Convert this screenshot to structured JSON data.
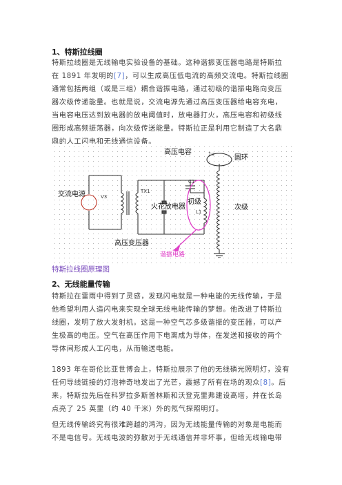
{
  "section1": {
    "title": "1、特斯拉线圈",
    "para": [
      "特斯拉线圈是无线输电实验设备的基础。这种谐振变压器电路是特斯拉",
      "在 1891 年发明的",
      "[7]",
      "，可以生成高压低电流的高频交流电。特斯拉线圈",
      "通常包括两组（或是三组）耦合谐振电路，通过初级的谐振电路向变压",
      "器次级传递能量。也就是说，交流电源先通过高压变压器给电容充电，",
      "当电容电压达到放电器的放电阈值时，放电器打火，高压电容和初级线",
      "圈形成高频振荡器，向次级传送能量。特斯拉正是利用它制造了大名鼎",
      "鼎的人工闪电和无线通信设备。"
    ]
  },
  "figure": {
    "labels": {
      "ac_source": "交流电源",
      "v3": "V3",
      "tx1": "TX1",
      "hv_capacitor": "高压电容",
      "c1": "C1",
      "primary": "初级",
      "l1": "L1",
      "lu": "1u",
      "ring": "圆环",
      "secondary": "次级",
      "spark_gap": "火花放电器",
      "hv_transformer": "高压变压器",
      "resonant_circuit": "谐振电路"
    },
    "caption": "特斯拉线圈原理图"
  },
  "section2": {
    "title": "2、无线能量传输",
    "para1": [
      "特斯拉在雷雨中得到了灵感，发现闪电就是一种电能的无线传输，于是",
      "他希望利用人造闪电来实现全球无线电能传输的梦想。他改进了特斯拉",
      "线圈，发明了放大发射机。这是一种空气芯多级谐振的变压器，可以产",
      "生极高的电压。空气在高压作用下电离成为导体，在发送和接收的两个",
      "导体间形成人工闪电，从而输送电能。"
    ],
    "para2": [
      "1893 年在哥伦比亚世博会上，特斯拉展示了他的无线磷光照明灯，没有",
      "任何导线链接的灯泡神奇地发出了光芒，震撼了所有在场的观众",
      "[8]",
      "。后",
      "来，特斯拉先后在科罗拉多斯普林斯和沃登克里弗建设高塔，并在长岛",
      "点亮了 25 英里（约 40 千米）外的氖气探照明灯。"
    ],
    "para3": [
      "但无线传输终究有很难跨越的鸿沟，因为无线能量传输的对象是电能而",
      "不是电信号。无线电波的弥散对于无线通信并非坏事，但给无线输电带"
    ]
  },
  "colors": {
    "ref_link": "#5b7bd6",
    "caption": "#7a4bbd",
    "annotation_pink": "#e040c8"
  }
}
